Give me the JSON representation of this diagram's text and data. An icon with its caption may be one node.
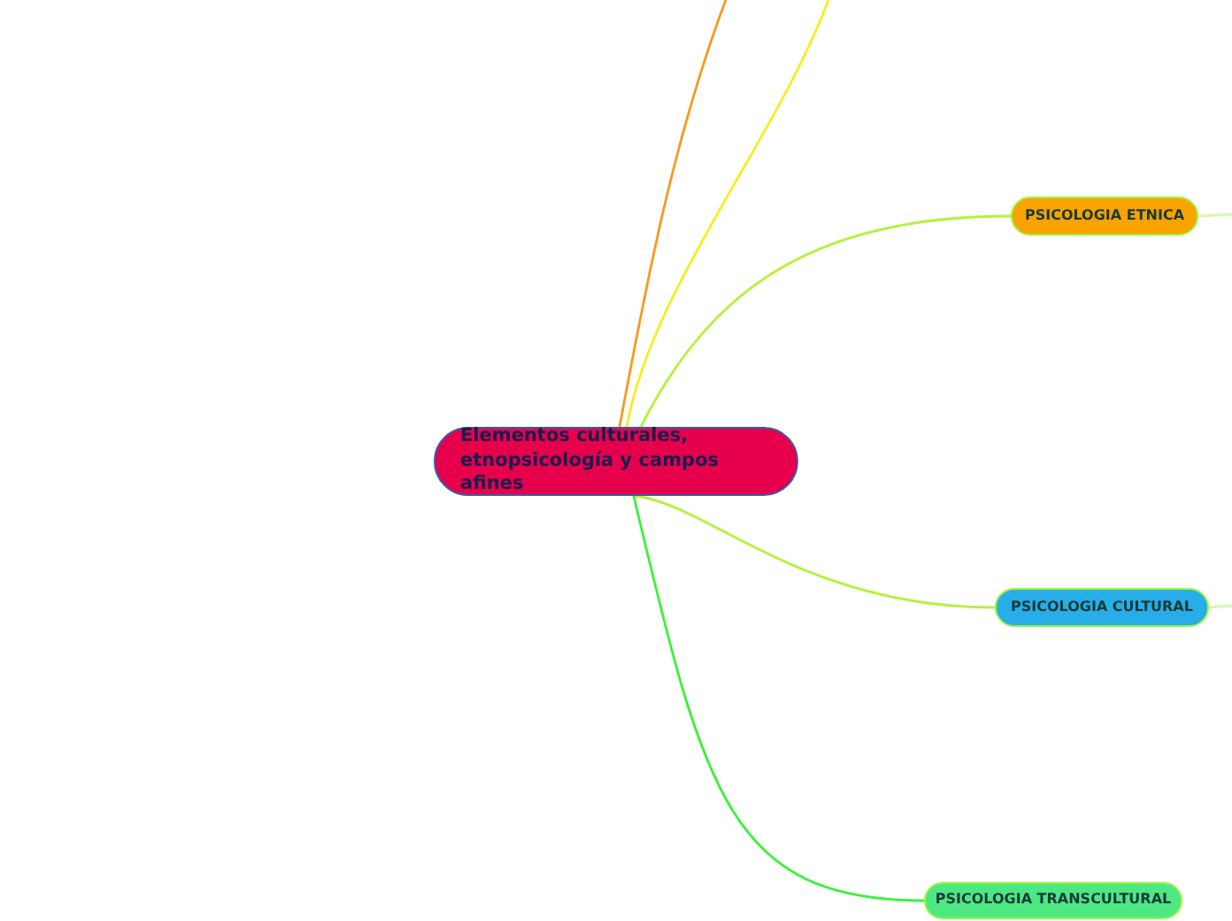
{
  "diagram": {
    "nodes": [
      {
        "text": [
          "Elementos culturales, etnopsicología y campos afines"
        ]
      },
      {
        "text": [
          "PSICOLOGIA ETNICA"
        ]
      },
      {
        "text": [
          "PSICOLOGIA CULTURAL"
        ]
      },
      {
        "text": [
          "PSICOLOGIA TRANSCULTURAL"
        ]
      }
    ],
    "edges": [
      {
        "from": 0,
        "to": null,
        "arrow": "none",
        "color": "#f79a1e"
      },
      {
        "from": 0,
        "to": null,
        "arrow": "none",
        "color": "#f5ee1f"
      },
      {
        "from": 0,
        "to": 1,
        "arrow": "none"
      },
      {
        "from": 0,
        "to": 2,
        "arrow": "none"
      },
      {
        "from": 0,
        "to": 3,
        "arrow": "none",
        "color": "#3df03a"
      },
      {
        "from": 1,
        "to": null,
        "arrow": "none",
        "color": "#d8f9a8"
      },
      {
        "from": 2,
        "to": null,
        "arrow": "none",
        "color": "#d8f9a8"
      }
    ]
  }
}
